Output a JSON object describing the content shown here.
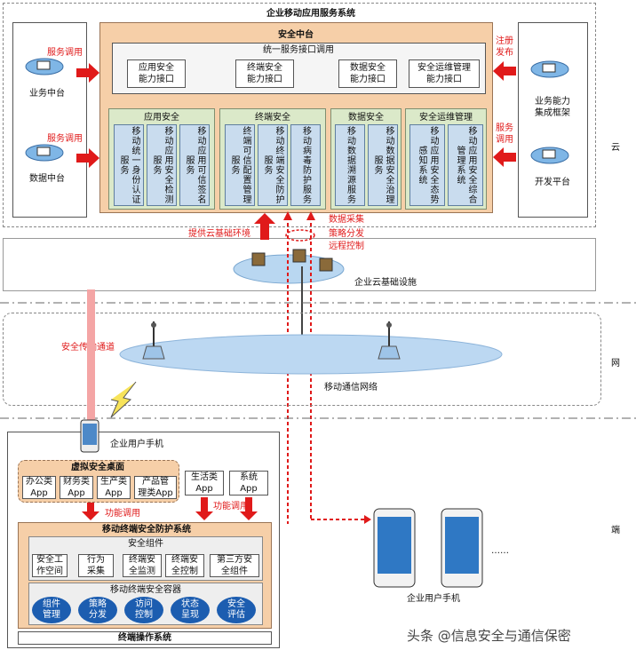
{
  "cloud_system": {
    "title": "企业移动应用服务系统",
    "platform_title": "安全中台",
    "unified_interface": "统一服务接口调用",
    "interfaces": [
      "应用安全\n能力接口",
      "终端安全\n能力接口",
      "数据安全\n能力接口",
      "安全运维管理\n能力接口"
    ],
    "groups": [
      {
        "title": "应用安全",
        "items": [
          "移动统一身份认证服务",
          "移动应用安全检测服务",
          "移动应用可信签名服务"
        ]
      },
      {
        "title": "终端安全",
        "items": [
          "终端可信配置管理服务",
          "移动终端安全防护服务",
          "移动病毒防护服务"
        ]
      },
      {
        "title": "数据安全",
        "items": [
          "移动数据溯源服务",
          "移动数据安全治理服务"
        ]
      },
      {
        "title": "安全运维管理",
        "items": [
          "移动应用安全态势感知系统",
          "移动应用安全综合管理系统"
        ]
      }
    ],
    "left_nodes": [
      {
        "label": "业务中台",
        "arrow": "服务调用"
      },
      {
        "label": "数据中台",
        "arrow": "服务调用"
      }
    ],
    "right_nodes": [
      {
        "label": "业务能力\n集成框架",
        "arrow": "注册\n发布"
      },
      {
        "label": "开发平台",
        "arrow": "服务\n调用"
      }
    ],
    "below_labels": {
      "left": "提供云基础环境",
      "a": "数据采集",
      "b": "策略分发",
      "c": "远程控制"
    }
  },
  "zone_labels": {
    "cloud": "云",
    "net": "网",
    "end": "端"
  },
  "infra": {
    "label": "企业云基础设施"
  },
  "network": {
    "channel": "安全传输通道",
    "label": "移动通信网络"
  },
  "terminal": {
    "phone_label": "企业用户手机",
    "desktop_title": "虚拟安全桌面",
    "desktop_apps": [
      "办公类\nApp",
      "财务类\nApp",
      "生产类\nApp",
      "产品管\n理类App"
    ],
    "other_apps": [
      "生活类\nApp",
      "系统\nApp"
    ],
    "call_label_a": "功能调用",
    "call_label_b": "功能调用",
    "system_title": "移动终端安全防护系统",
    "component_title": "安全组件",
    "components": [
      "安全工\n作空间",
      "行为\n采集",
      "终端安\n全监测",
      "终端安\n全控制",
      "第三方安\n全组件"
    ],
    "container_title": "移动终端安全容器",
    "container_items": [
      "组件\n管理",
      "策略\n分发",
      "访问\n控制",
      "状态\n呈现",
      "安全\n评估"
    ],
    "os_label": "终端操作系统",
    "right_phones_label": "企业用户手机",
    "ellipsis": "……"
  },
  "watermark": "头条 @信息安全与通信保密"
}
